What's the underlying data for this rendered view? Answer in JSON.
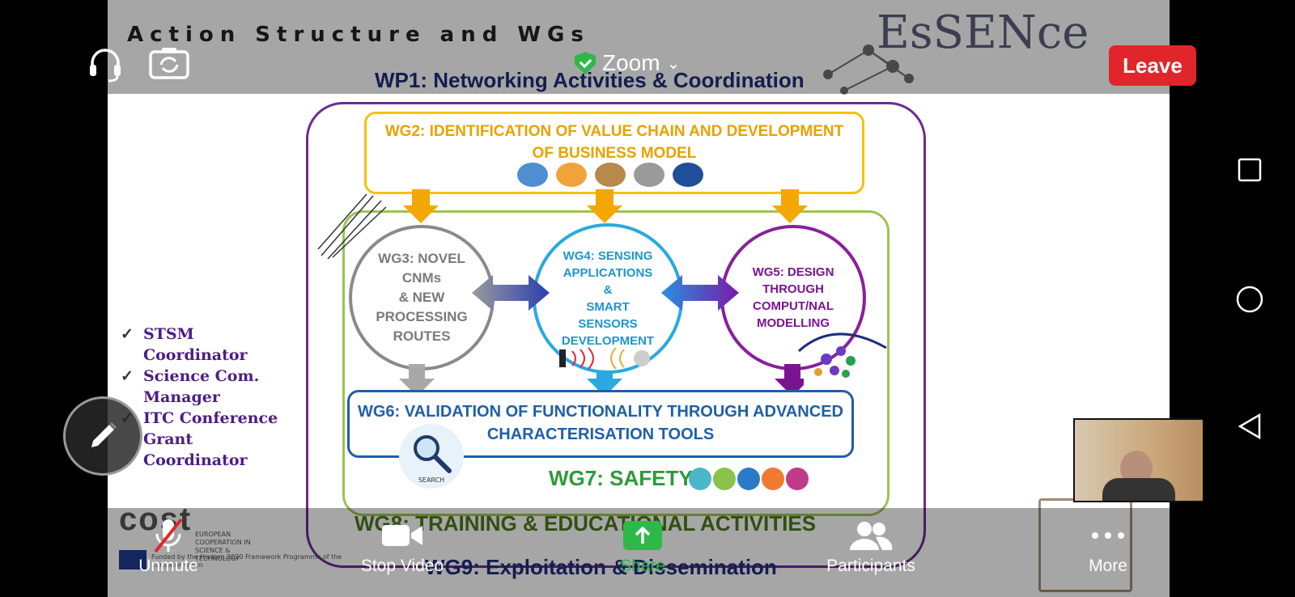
{
  "slide": {
    "title": "Action Structure and WGs",
    "brand_big": "EsSENce",
    "wp1": "WP1: Networking Activities & Coordination",
    "wg2": "WG2: IDENTIFICATION OF VALUE CHAIN AND DEVELOPMENT OF BUSINESS MODEL",
    "wg3": [
      "WG3: NOVEL",
      "CNMs",
      "& NEW",
      "PROCESSING",
      "ROUTES"
    ],
    "wg4": [
      "WG4: SENSING",
      "APPLICATIONS",
      "&",
      "SMART",
      "SENSORS",
      "DEVELOPMENT"
    ],
    "wg5": [
      "WG5: DESIGN",
      "THROUGH",
      "COMPUT/NAL",
      "MODELLING"
    ],
    "wg6": [
      "WG6: VALIDATION OF FUNCTIONALITY THROUGH ADVANCED",
      "CHARACTERISATION TOOLS"
    ],
    "search_label": "SEARCH",
    "wg7": "WG7: SAFETY",
    "wg8": "WG8: TRAINING & EDUCATIONAL ACTIVITIES",
    "wg9": "WG9: Exploitation & Dissemination",
    "roles": [
      {
        "tick": "✓",
        "lines": [
          "STSM",
          "Coordinator"
        ]
      },
      {
        "tick": "✓",
        "lines": [
          "Science Com.",
          "Manager"
        ]
      },
      {
        "tick": "✓",
        "lines": [
          "ITC Conference",
          "Grant",
          "Coordinator"
        ]
      }
    ],
    "cost_logo": "cost",
    "cost_sub": "EUROPEAN COOPERATION IN SCIENCE & TECHNOLOGY",
    "eu_text": "Funded by the Horizon 2020 Framework Programme of the European Union"
  },
  "zoom": {
    "title": "Zoom",
    "leave": "Leave",
    "toolbar": {
      "unmute": "Unmute",
      "stop_video": "Stop Video",
      "share": "Share",
      "participants": "Participants",
      "more": "More"
    }
  },
  "colors": {
    "leave_red": "#e0262b",
    "share_green": "#2fb84a",
    "shield_green": "#2fb84a"
  }
}
